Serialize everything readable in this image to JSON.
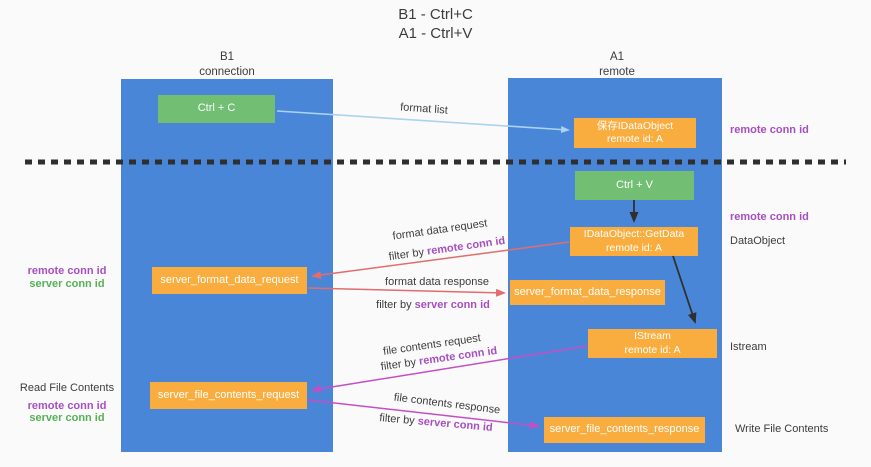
{
  "title": {
    "line1": "B1 - Ctrl+C",
    "line2": "A1 - Ctrl+V"
  },
  "columns": {
    "left": {
      "header_line1": "B1",
      "header_line2": "connection"
    },
    "right": {
      "header_line1": "A1",
      "header_line2": "remote"
    }
  },
  "boxes": {
    "ctrl_c": {
      "label": "Ctrl + C"
    },
    "ctrl_v": {
      "label": "Ctrl + V"
    },
    "save_dataobject": {
      "line1": "保存IDataObject",
      "line2": "remote id: A"
    },
    "getdata": {
      "line1": "IDataObject::GetData",
      "line2": "remote id: A"
    },
    "istream": {
      "line1": "IStream",
      "line2": "remote id: A"
    },
    "format_request": {
      "label": "server_format_data_request"
    },
    "format_response": {
      "label": "server_format_data_response"
    },
    "file_request": {
      "label": "server_file_contents_request"
    },
    "file_response": {
      "label": "server_file_contents_response"
    }
  },
  "arrow_labels": {
    "format_list": "format list",
    "format_data_request": {
      "line1": "format data request",
      "filter_prefix": "filter by ",
      "filter_key": "remote conn id"
    },
    "format_data_response": {
      "line1": "format data response",
      "filter_prefix": "filter by ",
      "filter_key": "server conn id"
    },
    "file_contents_request": {
      "line1": "file contents request",
      "filter_prefix": "filter by ",
      "filter_key": "remote conn id"
    },
    "file_contents_response": {
      "line1": "file contents response",
      "filter_prefix": "filter by ",
      "filter_key": "server conn id"
    }
  },
  "side_labels": {
    "right_remote_conn_id_top": "remote conn id",
    "right_remote_conn_id_mid": "remote conn id",
    "dataobject": "DataObject",
    "istream": "Istream",
    "write_file_contents": "Write File Contents",
    "left_remote_conn_id_mid": "remote conn id",
    "left_server_conn_id_mid": "server conn id",
    "read_file_contents": "Read File Contents",
    "left_remote_conn_id_bottom": "remote conn id",
    "left_server_conn_id_bottom": "server conn id"
  },
  "colors": {
    "background": "#fafafa",
    "column_blue": "#4a86d8",
    "box_green": "#72bf74",
    "box_orange": "#f9ad3e",
    "arrow_blue": "#a9d3f0",
    "arrow_black": "#2f2f2f",
    "arrow_red": "#e36c6c",
    "arrow_magenta": "#c44fc4",
    "purple_text": "#a74fc0",
    "green_text": "#56b156",
    "dark_text": "#3c3c3c"
  }
}
